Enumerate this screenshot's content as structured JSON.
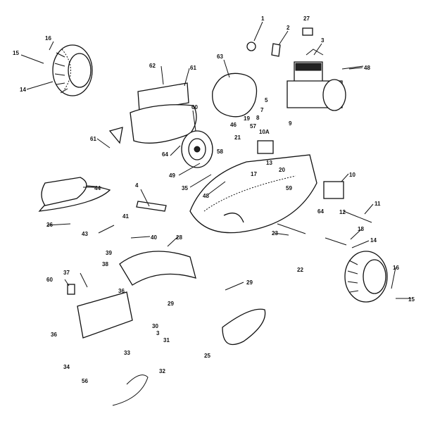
{
  "parts": [
    {
      "id": "p1",
      "label": "1"
    },
    {
      "id": "p2",
      "label": "2"
    },
    {
      "id": "p27",
      "label": "27"
    },
    {
      "id": "p3",
      "label": "3"
    },
    {
      "id": "p48a",
      "label": "48"
    },
    {
      "id": "p16a",
      "label": "16"
    },
    {
      "id": "p15a",
      "label": "15"
    },
    {
      "id": "p14a",
      "label": "14"
    },
    {
      "id": "p62",
      "label": "62"
    },
    {
      "id": "p61a",
      "label": "61"
    },
    {
      "id": "p63",
      "label": "63"
    },
    {
      "id": "p60a",
      "label": "60"
    },
    {
      "id": "p46",
      "label": "46"
    },
    {
      "id": "p5",
      "label": "5"
    },
    {
      "id": "p7",
      "label": "7"
    },
    {
      "id": "p19",
      "label": "19"
    },
    {
      "id": "p8",
      "label": "8"
    },
    {
      "id": "p57",
      "label": "57"
    },
    {
      "id": "p10a",
      "label": "10A"
    },
    {
      "id": "p9",
      "label": "9"
    },
    {
      "id": "p21",
      "label": "21"
    },
    {
      "id": "p61b",
      "label": "61"
    },
    {
      "id": "p64a",
      "label": "64"
    },
    {
      "id": "p58",
      "label": "58"
    },
    {
      "id": "p13",
      "label": "13"
    },
    {
      "id": "p17",
      "label": "17"
    },
    {
      "id": "p20",
      "label": "20"
    },
    {
      "id": "p49",
      "label": "49"
    },
    {
      "id": "p35",
      "label": "35"
    },
    {
      "id": "p48b",
      "label": "48"
    },
    {
      "id": "p4",
      "label": "4"
    },
    {
      "id": "p44",
      "label": "44"
    },
    {
      "id": "p10b",
      "label": "10"
    },
    {
      "id": "p59",
      "label": "59"
    },
    {
      "id": "p64b",
      "label": "64"
    },
    {
      "id": "p12",
      "label": "12"
    },
    {
      "id": "p11",
      "label": "11"
    },
    {
      "id": "p26",
      "label": "26"
    },
    {
      "id": "p41",
      "label": "41"
    },
    {
      "id": "p43",
      "label": "43"
    },
    {
      "id": "p40",
      "label": "40"
    },
    {
      "id": "p28",
      "label": "28"
    },
    {
      "id": "p39",
      "label": "39"
    },
    {
      "id": "p23",
      "label": "23"
    },
    {
      "id": "p18",
      "label": "18"
    },
    {
      "id": "p14b",
      "label": "14"
    },
    {
      "id": "p22",
      "label": "22"
    },
    {
      "id": "p38",
      "label": "38"
    },
    {
      "id": "p60b",
      "label": "60"
    },
    {
      "id": "p37",
      "label": "37"
    },
    {
      "id": "p36a",
      "label": "36"
    },
    {
      "id": "p16b",
      "label": "16"
    },
    {
      "id": "p15b",
      "label": "15"
    },
    {
      "id": "p29a",
      "label": "29"
    },
    {
      "id": "p29b",
      "label": "29"
    },
    {
      "id": "p36b",
      "label": "36"
    },
    {
      "id": "p30",
      "label": "30"
    },
    {
      "id": "p3b",
      "label": "3"
    },
    {
      "id": "p31",
      "label": "31"
    },
    {
      "id": "p33",
      "label": "33"
    },
    {
      "id": "p25",
      "label": "25"
    },
    {
      "id": "p34",
      "label": "34"
    },
    {
      "id": "p56",
      "label": "56"
    },
    {
      "id": "p32",
      "label": "32"
    }
  ]
}
